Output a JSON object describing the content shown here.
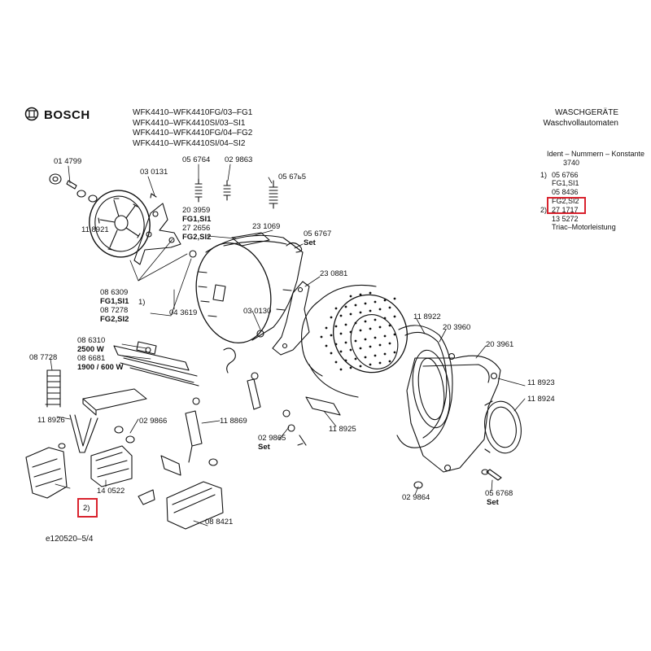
{
  "header": {
    "brand": "BOSCH",
    "models": [
      "WFK4410–WFK4410FG/03–FG1",
      "WFK4410–WFK4410SI/03–SI1",
      "WFK4410–WFK4410FG/04–FG2",
      "WFK4410–WFK4410SI/04–SI2"
    ],
    "category_line1": "WASCHGERÄTE",
    "category_line2": "Waschvollautomaten"
  },
  "legend": {
    "heading": "Ident – Nummern – Konstante",
    "constant": "3740",
    "note1_marker": "1)",
    "note1_lines": [
      "05 6766",
      "FG1,SI1",
      "05 8436",
      "FG2,SI2"
    ],
    "note2_marker": "2)",
    "note2_lines": [
      "27 1717",
      "13 5272",
      "Triac–Motorleistung"
    ]
  },
  "highlight_color": "#d9232e",
  "parts": {
    "p014799": "01 4799",
    "p118921": "11 8921",
    "p030131": "03 0131",
    "p056764": "05 6764",
    "p029863": "02 9863",
    "p056785": "05 67ь5",
    "p203959": "20 3959",
    "pFG1SI1a": "FG1,SI1",
    "p272656": "27 2656",
    "pFG2SI2a": "FG2,SI2",
    "p231069": "23 1069",
    "p056767": "05 6767",
    "pSet1": "Set",
    "p230881": "23 0881",
    "p086309": "08 6309",
    "pFG1SI1b": "FG1,SI1",
    "p087278": "08 7278",
    "pFG2SI2b": "FG2,SI2",
    "pNote1": "1)",
    "p043619": "04 3619",
    "p030130": "03 0130",
    "p118922": "11 8922",
    "p203960": "20 3960",
    "p203961": "20 3961",
    "p086310": "08 6310",
    "p2500W": "2500 W",
    "p086681": "08 6681",
    "p1900W": "1900 / 600 W",
    "p087728": "08 7728",
    "p118923": "11 8923",
    "p118924": "11 8924",
    "p118926": "11 8926",
    "p029866": "02 9866",
    "p118869": "11 8869",
    "p118925": "11 8925",
    "p029865": "02 9865",
    "pSet2": "Set",
    "p140522": "14 0522",
    "pNote2": "2)",
    "p088421": "08 8421",
    "p029864": "02 9864",
    "p056768": "05 6768",
    "pSet3": "Set"
  },
  "footer": {
    "drawing_id": "e120520–5/4"
  }
}
